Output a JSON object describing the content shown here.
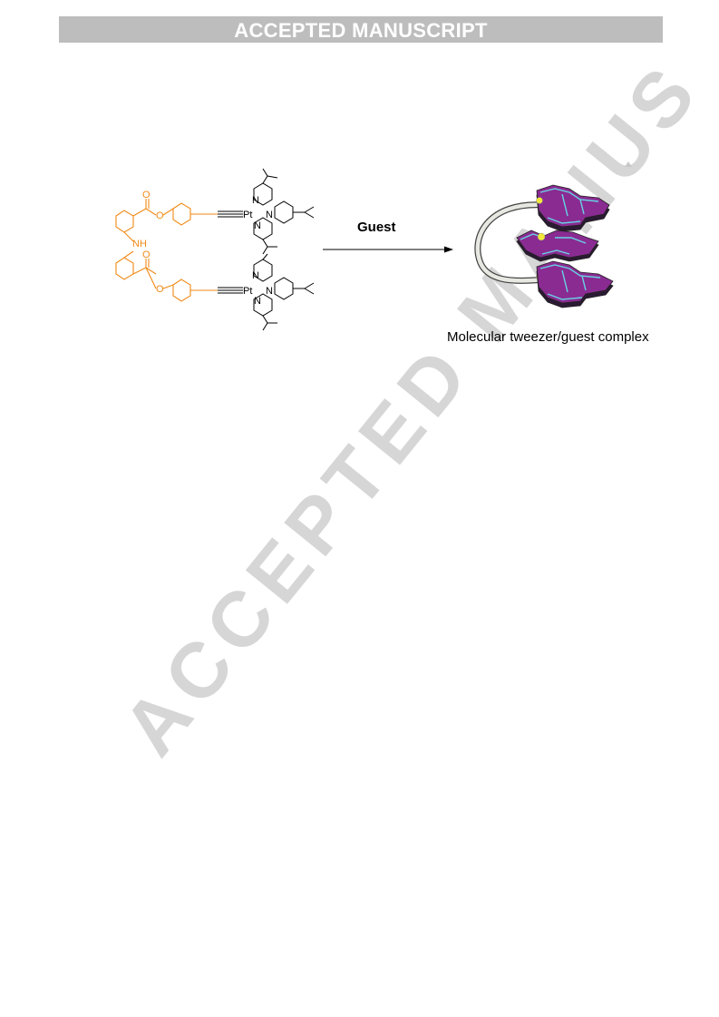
{
  "header": {
    "banner_text": "ACCEPTED MANUSCRIPT"
  },
  "watermark": {
    "text": "ACCEPTED MANUS"
  },
  "scheme": {
    "arrow_label": "Guest",
    "caption": "Molecular tweezer/guest complex",
    "atom_labels": {
      "pt": "Pt",
      "n": "N",
      "nh": "NH",
      "o": "O"
    }
  },
  "colors": {
    "orange": "#f08a16",
    "purple": "#8a2b92",
    "cyan": "#67d3e3"
  }
}
